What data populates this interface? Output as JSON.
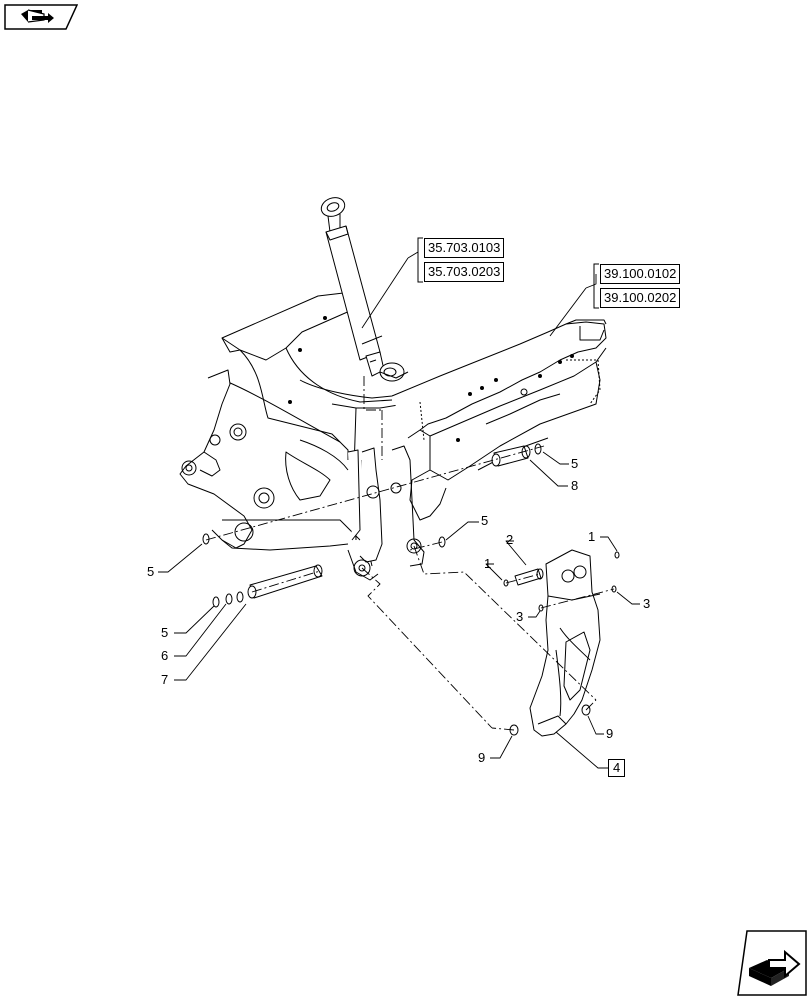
{
  "icons": {
    "top_nav": "previous-page-icon",
    "bottom_nav": "next-page-icon"
  },
  "references": {
    "cylinder": [
      "35.703.0103",
      "35.703.0203"
    ],
    "frame": [
      "39.100.0102",
      "39.100.0202"
    ]
  },
  "callouts": [
    {
      "id": "c5a",
      "label": "5"
    },
    {
      "id": "c8",
      "label": "8"
    },
    {
      "id": "c5b",
      "label": "5"
    },
    {
      "id": "c5c",
      "label": "5"
    },
    {
      "id": "c5d",
      "label": "5"
    },
    {
      "id": "c6",
      "label": "6"
    },
    {
      "id": "c7",
      "label": "7"
    },
    {
      "id": "c2",
      "label": "2"
    },
    {
      "id": "c1a",
      "label": "1"
    },
    {
      "id": "c1b",
      "label": "1"
    },
    {
      "id": "c3a",
      "label": "3"
    },
    {
      "id": "c3b",
      "label": "3"
    },
    {
      "id": "c4",
      "label": "4"
    },
    {
      "id": "c9a",
      "label": "9"
    },
    {
      "id": "c9b",
      "label": "9"
    }
  ]
}
